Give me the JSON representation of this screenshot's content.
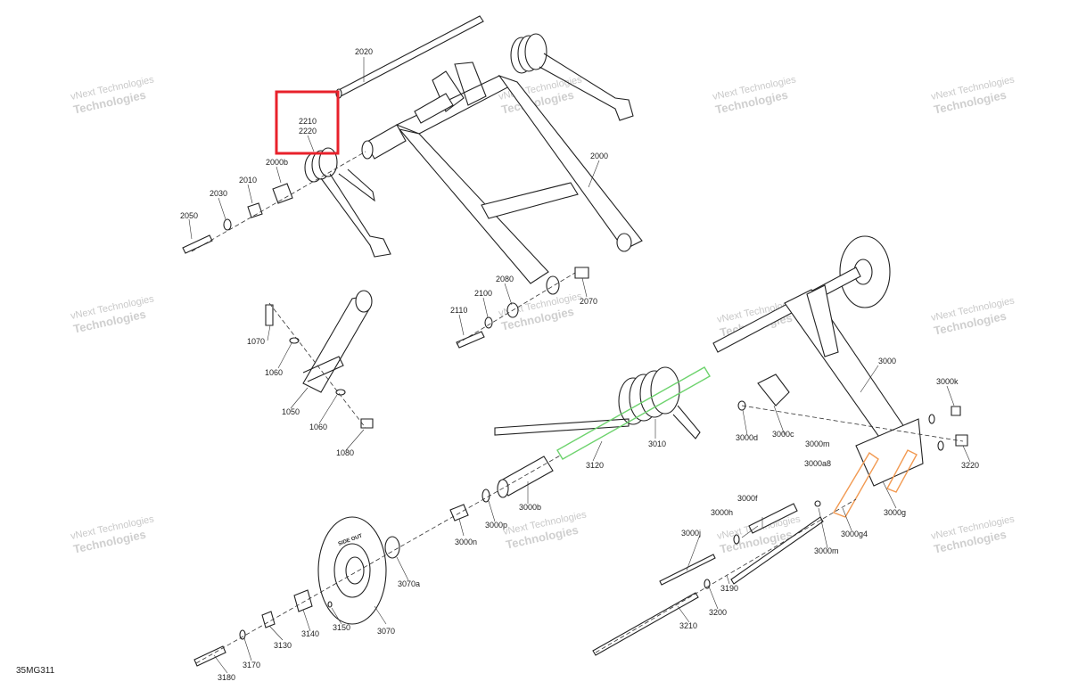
{
  "diagram_code": "35MG311",
  "watermark": {
    "line1": "vNext Technologies",
    "line2": "Technologies"
  },
  "highlight_color": "#e8212b",
  "green_color": "#6ed36e",
  "orange_color": "#f29a52",
  "labels": {
    "p2020": "2020",
    "p2210": "2210",
    "p2220": "2220",
    "p2000b": "2000b",
    "p2010": "2010",
    "p2030": "2030",
    "p2050": "2050",
    "p2000": "2000",
    "p2080": "2080",
    "p2100": "2100",
    "p2110": "2110",
    "p2070": "2070",
    "p1070": "1070",
    "p1060a": "1060",
    "p1050": "1050",
    "p1060b": "1060",
    "p1080": "1080",
    "p3000": "3000",
    "p3000k": "3000k",
    "p3000d": "3000d",
    "p3000c": "3000c",
    "p3000m1": "3000m",
    "p3000a8": "3000a8",
    "p3220": "3220",
    "p3010": "3010",
    "p3120": "3120",
    "p3000g": "3000g",
    "p3000g4": "3000g4",
    "p3000m2": "3000m",
    "p3000f": "3000f",
    "p3000h": "3000h",
    "p3000j": "3000j",
    "p3190": "3190",
    "p3200": "3200",
    "p3210": "3210",
    "p3000b": "3000b",
    "p3000p": "3000p",
    "p3000n": "3000n",
    "p3070a": "3070a",
    "p3070": "3070",
    "p3150": "3150",
    "p3140": "3140",
    "p3130": "3130",
    "p3170": "3170",
    "p3180": "3180"
  },
  "wheel_text": "SIDE OUT"
}
